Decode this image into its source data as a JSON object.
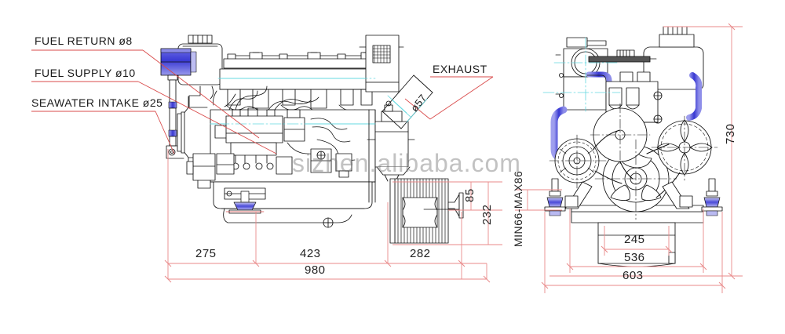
{
  "drawing": {
    "title": "Marine Engine Installation Dimension Drawing",
    "watermark": "sizhen.alibaba.com",
    "colors": {
      "line": "#101010",
      "dimension": "#e98a8a",
      "leader": "#d94b4b",
      "center": "#64d8e0",
      "accent_blue": "#3a3ad0",
      "accent_blue_light": "#8a8ae8",
      "text": "#1a1a1a"
    }
  },
  "callouts": [
    {
      "label": "FUEL RETURN ø8",
      "name": "callout-fuel-return"
    },
    {
      "label": "FUEL SUPPLY ø10",
      "name": "callout-fuel-supply"
    },
    {
      "label": "SEAWATER INTAKE ø25",
      "name": "callout-seawater-intake"
    },
    {
      "label": "EXHAUST",
      "name": "callout-exhaust"
    },
    {
      "label": "ø57",
      "name": "callout-exhaust-diameter"
    }
  ],
  "views": {
    "side": {
      "name": "side-elevation-view",
      "dimensions": {
        "horizontal": [
          {
            "value": "275",
            "name": "dim-275"
          },
          {
            "value": "423",
            "name": "dim-423"
          },
          {
            "value": "282",
            "name": "dim-282"
          },
          {
            "value": "980",
            "name": "dim-980-overall"
          }
        ],
        "vertical": [
          {
            "value": "85",
            "name": "dim-85"
          },
          {
            "value": "232",
            "name": "dim-232"
          }
        ]
      }
    },
    "front": {
      "name": "front-elevation-view",
      "dimensions": {
        "horizontal": [
          {
            "value": "245",
            "name": "dim-245"
          },
          {
            "value": "536",
            "name": "dim-536"
          },
          {
            "value": "603",
            "name": "dim-603-overall"
          }
        ],
        "vertical": [
          {
            "value": "730",
            "name": "dim-730-overall"
          }
        ],
        "notes": [
          {
            "value": "MIN66-MAX86",
            "name": "dim-mount-height-range"
          }
        ]
      }
    }
  }
}
